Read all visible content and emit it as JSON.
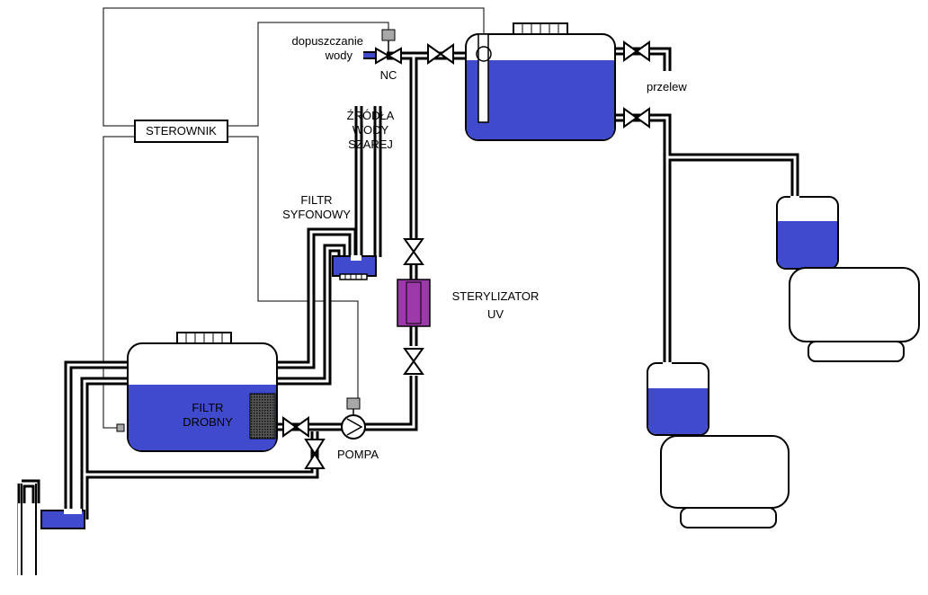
{
  "colors": {
    "water": "#3f4bcc",
    "line": "#000000",
    "sterilizer": "#9b3aa8",
    "actuator": "#a8a8a8",
    "fine_filter": "#333333"
  },
  "labels": {
    "controller": "STEROWNIK",
    "water_inlet_line1": "dopuszczanie",
    "water_inlet_line2": "wody",
    "valve_nc": "NC",
    "overflow": "przelew",
    "grey_source_line1": "ŹRÓDŁA",
    "grey_source_line2": "WODY",
    "grey_source_line3": "SZAREJ",
    "siphon_filter_line1": "FILTR",
    "siphon_filter_line2": "SYFONOWY",
    "sterilizer_line1": "STERYLIZATOR",
    "sterilizer_line2": "UV",
    "fine_filter_line1": "FILTR",
    "fine_filter_line2": "DROBNY",
    "pump": "POMPA"
  },
  "icons": [
    "gate-valve-icon",
    "pump-icon",
    "float-switch-icon",
    "uv-sterilizer-icon",
    "toilet-icon"
  ]
}
